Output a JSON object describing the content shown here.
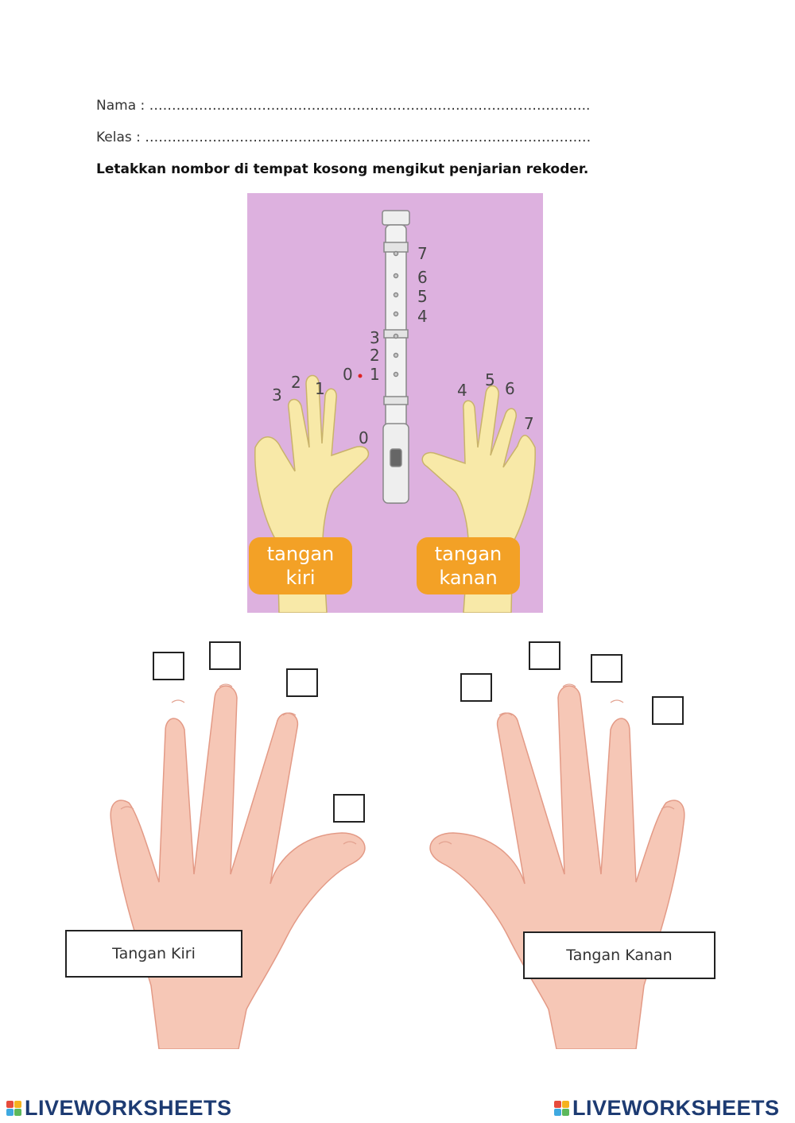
{
  "header": {
    "name_label": "Nama : ……………………………………………………………………………………..",
    "class_label": "Kelas : ………………………………………………………………………………………",
    "instruction": "Letakkan nombor di tempat kosong mengikut penjarian rekoder."
  },
  "reference": {
    "recorder_numbers": [
      "7",
      "6",
      "5",
      "4",
      "3",
      "2",
      "1",
      "0"
    ],
    "left_fingers": [
      "3",
      "2",
      "1",
      "0"
    ],
    "right_fingers": [
      "4",
      "5",
      "6",
      "7"
    ],
    "left_label_line1": "tangan",
    "left_label_line2": "kiri",
    "right_label_line1": "tangan",
    "right_label_line2": "kanan",
    "background_color": "#ddb1df",
    "label_color": "#f3a126"
  },
  "exercise": {
    "left_hand_label": "Tangan Kiri",
    "right_hand_label": "Tangan Kanan",
    "answer_boxes": [
      "",
      "",
      "",
      "",
      "",
      "",
      "",
      ""
    ]
  },
  "footer": {
    "brand": "LIVEWORKSHEETS"
  },
  "colors": {
    "skin": "#f6c7b6",
    "skin_outline": "#e39a86",
    "brand": "#1d3b72"
  }
}
